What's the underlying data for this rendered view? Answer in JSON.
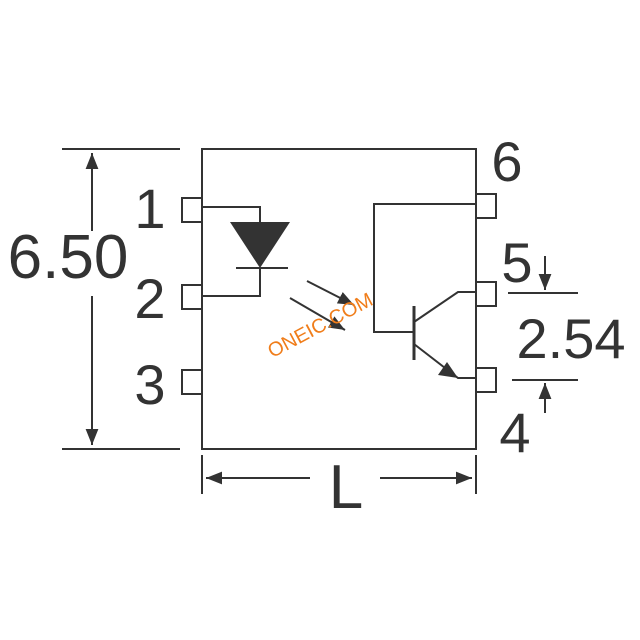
{
  "diagram": {
    "pins": [
      {
        "number": "1"
      },
      {
        "number": "2"
      },
      {
        "number": "3"
      },
      {
        "number": "4"
      },
      {
        "number": "5"
      },
      {
        "number": "6"
      }
    ],
    "dimensions": {
      "height": "6.50",
      "width": "L",
      "pin_pitch": "2.54"
    },
    "watermark": "ONEIC.COM"
  },
  "colors": {
    "line": "#333333",
    "watermark": "#f07d1a"
  }
}
